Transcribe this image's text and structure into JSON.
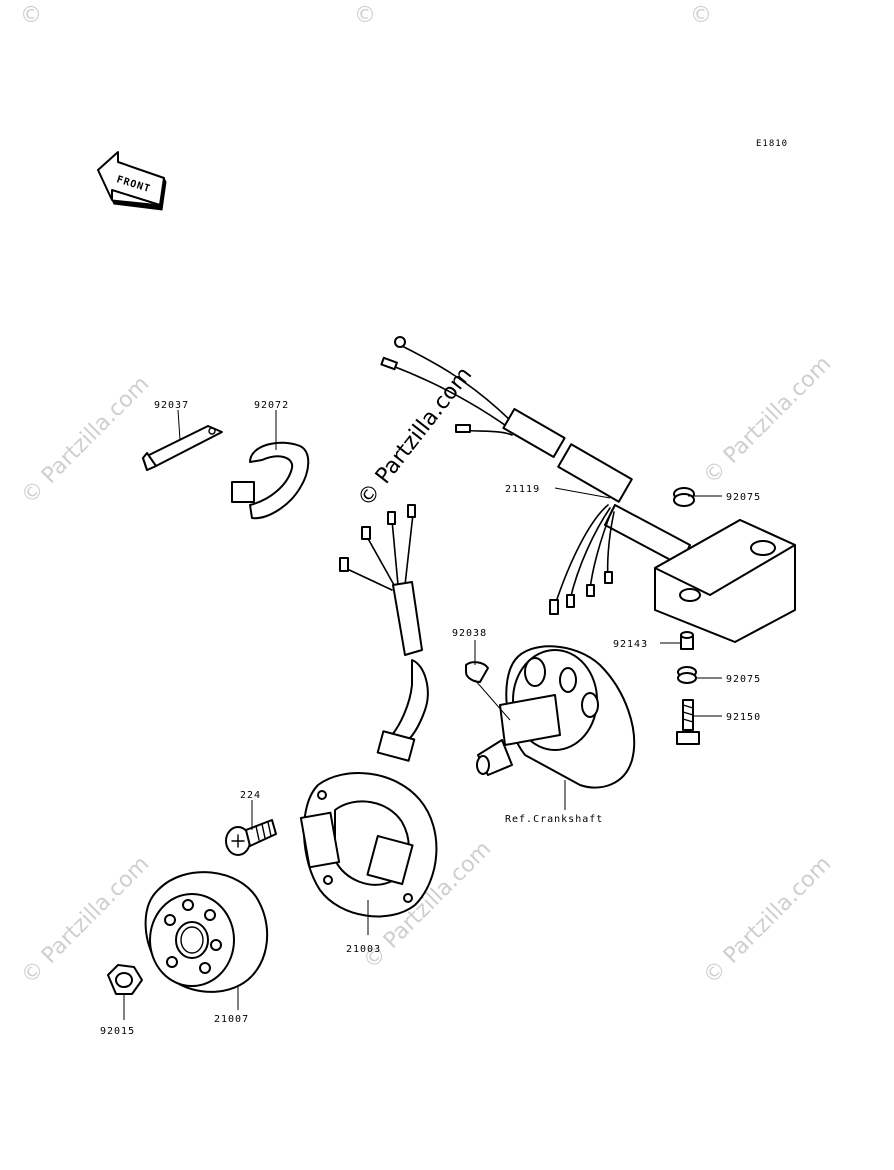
{
  "diagram_code": "E1810",
  "front_badge": "FRONT",
  "watermark": {
    "main": "© Partzilla.com",
    "repeat": "© Partzilla.com",
    "corner": "©"
  },
  "callouts": {
    "c92037": "92037",
    "c92072": "92072",
    "c21119": "21119",
    "c92075a": "92075",
    "c92038": "92038",
    "c92143": "92143",
    "c92075b": "92075",
    "c92150": "92150",
    "c224": "224",
    "c21003": "21003",
    "c21007": "21007",
    "c92015": "92015",
    "ref_crankshaft": "Ref.Crankshaft"
  }
}
